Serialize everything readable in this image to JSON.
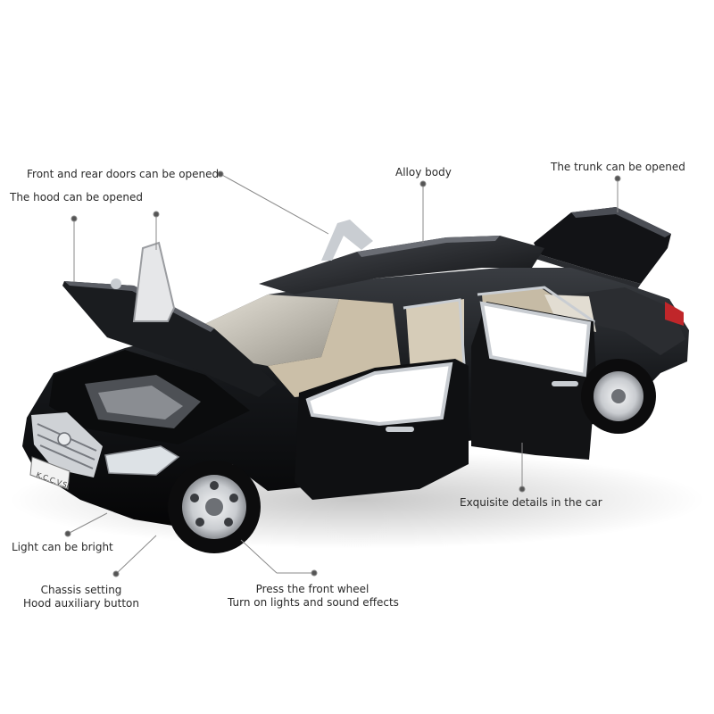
{
  "annotations": {
    "front_rear_doors": "Front and rear doors can be opened",
    "alloy_body": "Alloy body",
    "trunk": "The trunk can be opened",
    "hood": "The hood can be opened",
    "exquisite": "Exquisite details in the car",
    "light": "Light can be bright",
    "chassis_line1": "Chassis setting",
    "chassis_line2": "Hood auxiliary button",
    "wheel_line1": "Press the front wheel",
    "wheel_line2": "Turn on lights and sound effects"
  },
  "license_plate": "K.C.C.V.SJ",
  "colors": {
    "car_body": "#111214",
    "interior": "#cbbfa8",
    "chrome": "#c9cdd2",
    "tail_light": "#c0262a",
    "leader_line": "#8a8a8a",
    "text": "#2a2a2a"
  }
}
